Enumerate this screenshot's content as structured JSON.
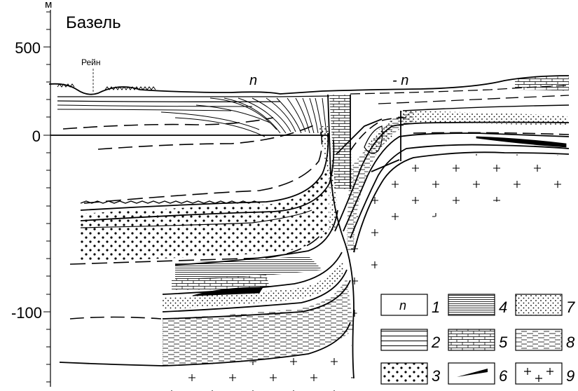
{
  "axis": {
    "unit": "м",
    "ticks": [
      "500",
      "0",
      "-100"
    ]
  },
  "labels": {
    "city": "Базель",
    "river": "Рейн",
    "n_left": "n",
    "n_right": "- n"
  },
  "legend": {
    "items": [
      {
        "num": "1",
        "glyph": "n",
        "pattern": "n-symbol"
      },
      {
        "num": "2",
        "pattern": "wide-horizontal-lines"
      },
      {
        "num": "3",
        "pattern": "coarse-dots"
      },
      {
        "num": "4",
        "pattern": "dense-horizontal-lines"
      },
      {
        "num": "5",
        "pattern": "brick"
      },
      {
        "num": "6",
        "pattern": "black-wedge"
      },
      {
        "num": "7",
        "pattern": "fine-dots"
      },
      {
        "num": "8",
        "pattern": "dashed-lines"
      },
      {
        "num": "9",
        "pattern": "crosses"
      }
    ]
  },
  "colors": {
    "ink": "#000000",
    "paper": "#ffffff"
  }
}
